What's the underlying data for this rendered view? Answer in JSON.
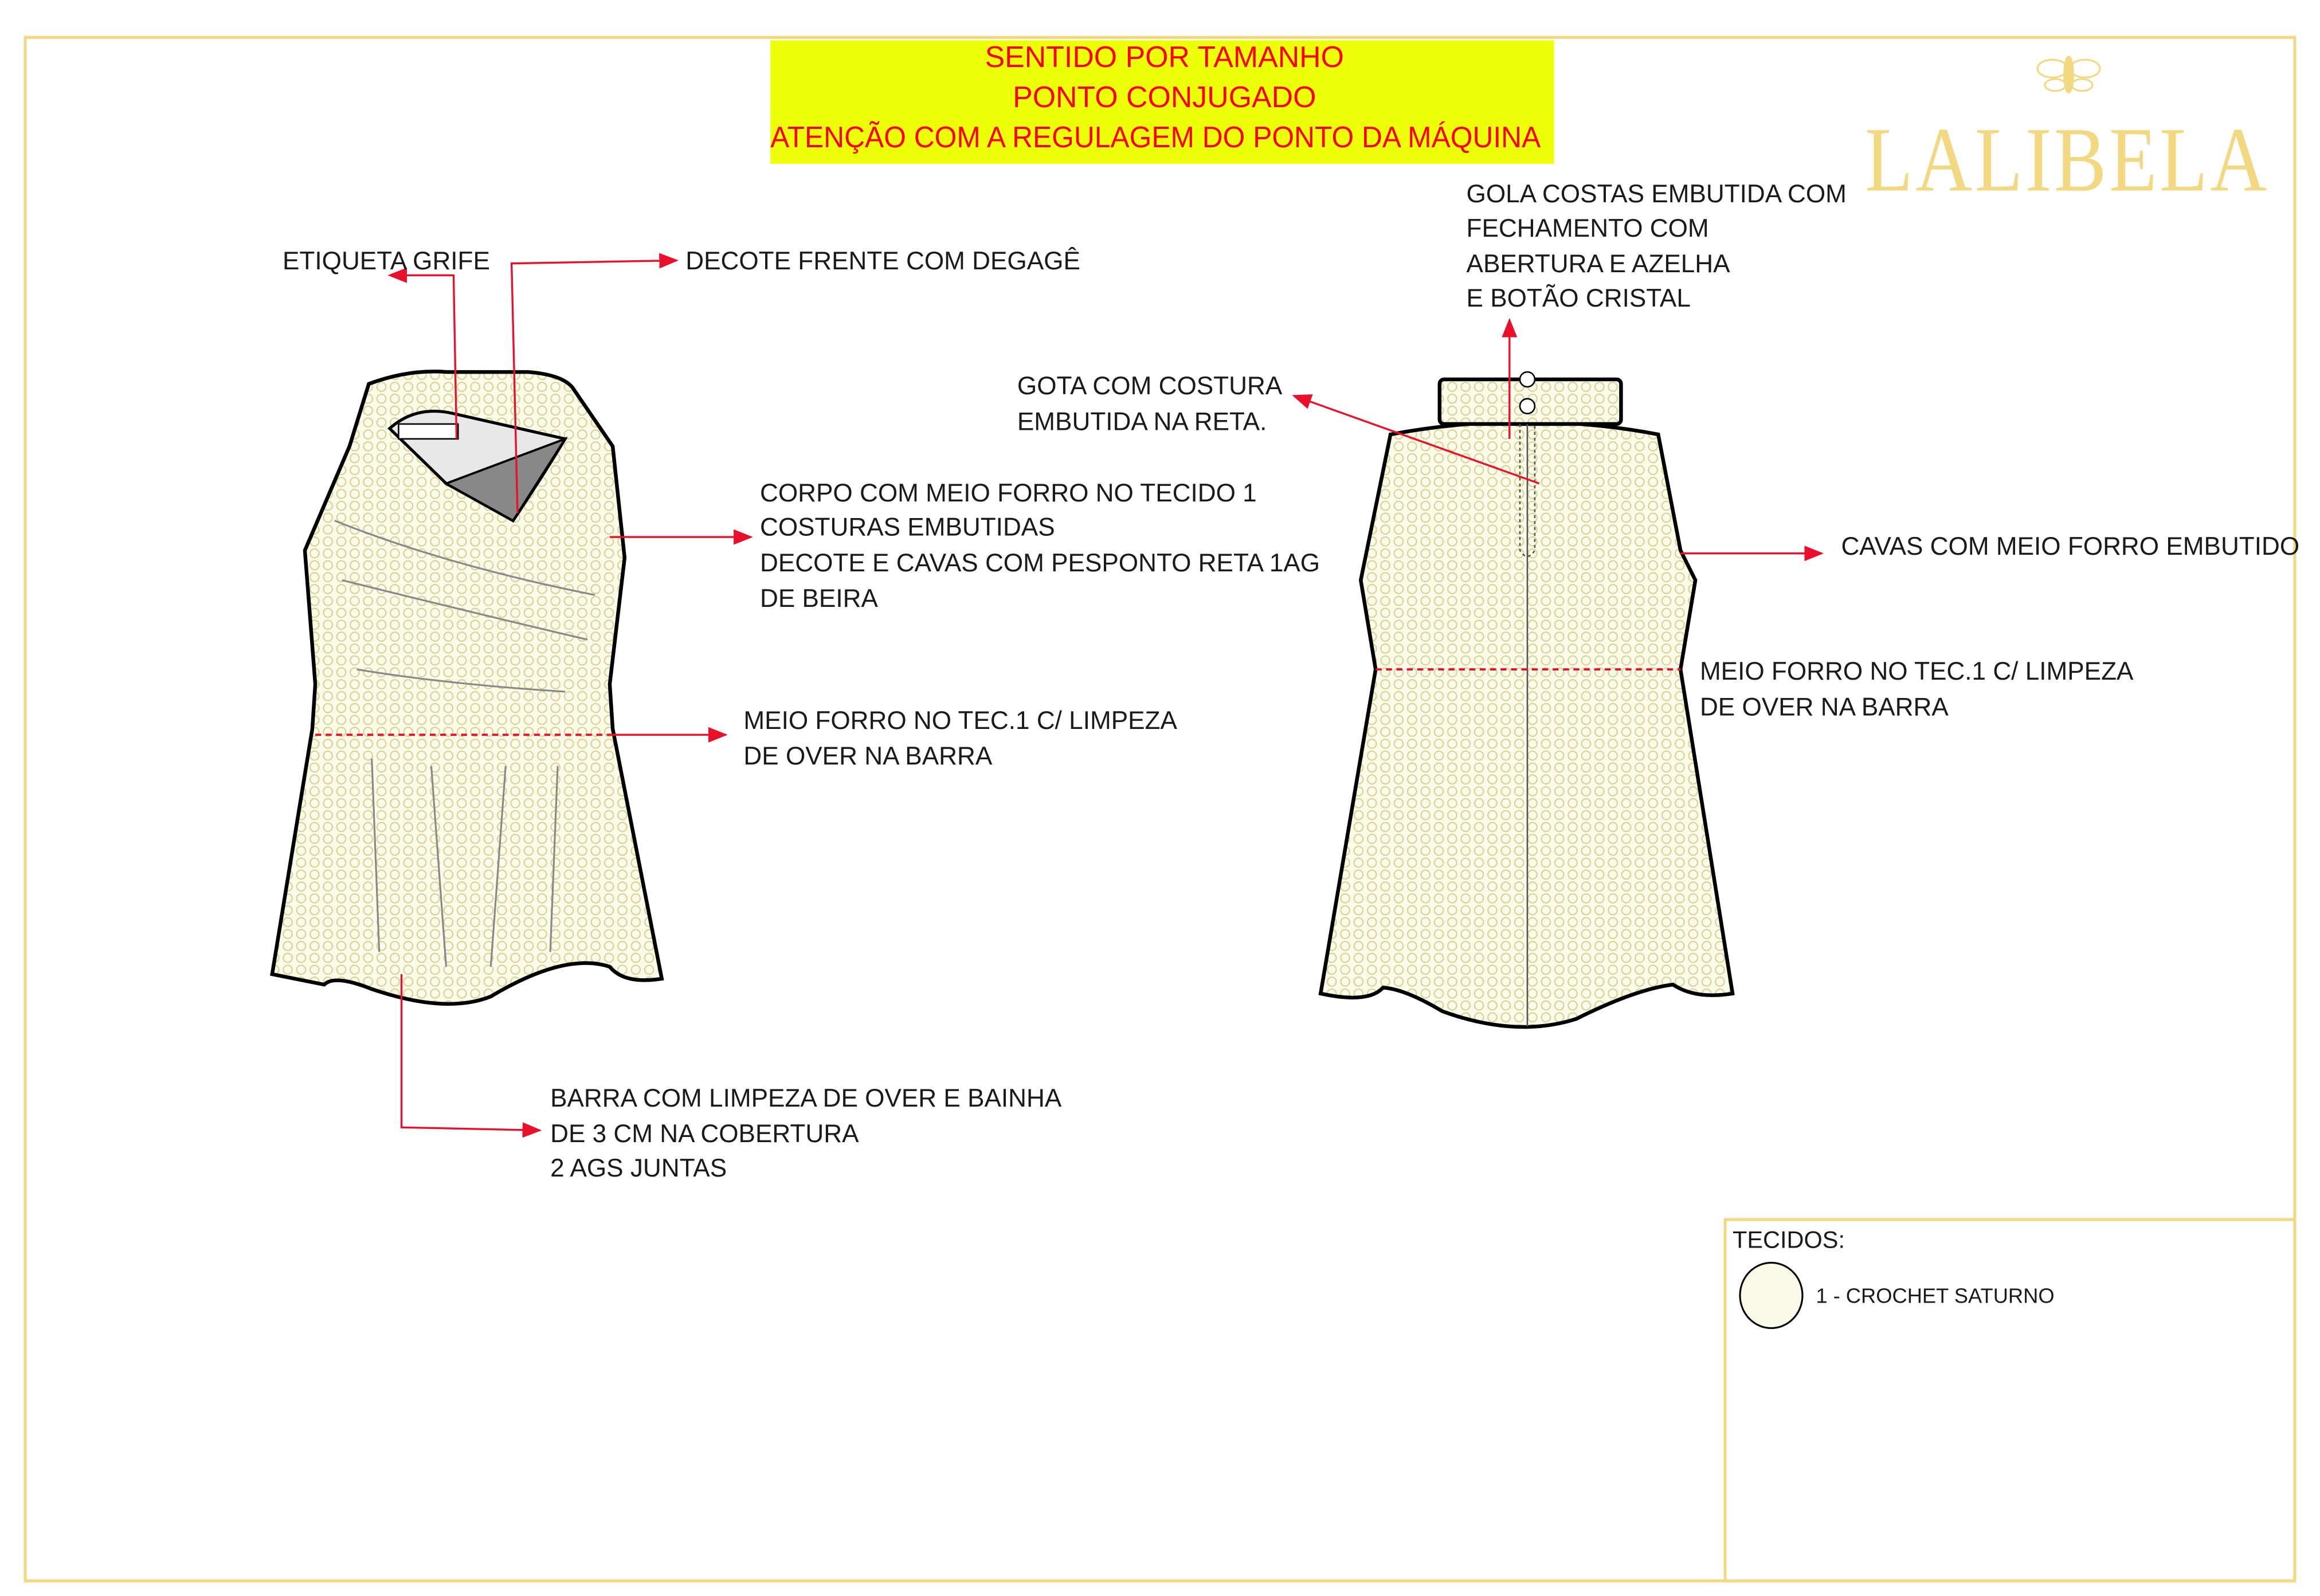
{
  "brand": {
    "name": "LALIBELA"
  },
  "warning_box": {
    "lines": [
      "SENTIDO POR TAMANHO",
      "PONTO CONJUGADO",
      "ATENÇÃO COM A REGULAGEM DO PONTO DA MÁQUINA"
    ]
  },
  "front_labels": {
    "etiqueta": "ETIQUETA GRIFE",
    "decote": "DECOTE FRENTE  COM DEGAGÊ",
    "corpo": [
      "CORPO COM MEIO FORRO NO TECIDO 1",
      "COSTURAS EMBUTIDAS",
      "DECOTE E CAVAS COM PESPONTO RETA 1AG",
      "DE BEIRA"
    ],
    "meio_forro": [
      "MEIO FORRO NO TEC.1 C/ LIMPEZA",
      "DE OVER NA BARRA"
    ],
    "barra": [
      "BARRA COM LIMPEZA DE OVER E BAINHA",
      "DE 3 CM NA COBERTURA",
      "2 AGS JUNTAS"
    ]
  },
  "back_labels": {
    "gola": [
      "GOLA COSTAS EMBUTIDA COM",
      "FECHAMENTO COM",
      "ABERTURA E AZELHA",
      "E BOTÃO CRISTAL"
    ],
    "gota": [
      "GOTA COM COSTURA",
      "EMBUTIDA NA RETA."
    ],
    "cavas": "CAVAS COM MEIO FORRO EMBUTIDO",
    "meio_forro": [
      "MEIO FORRO NO TEC.1 C/ LIMPEZA",
      "DE OVER NA BARRA"
    ]
  },
  "fabrics": {
    "title": "TECIDOS:",
    "items": [
      {
        "label": "1 - CROCHET SATURNO",
        "swatch": "#f9fbe8"
      }
    ]
  },
  "colors": {
    "frame": "#f3d882",
    "warning_bg": "#eeff0a",
    "warning_text": "#ff0000",
    "arrow": "#e8102a"
  }
}
